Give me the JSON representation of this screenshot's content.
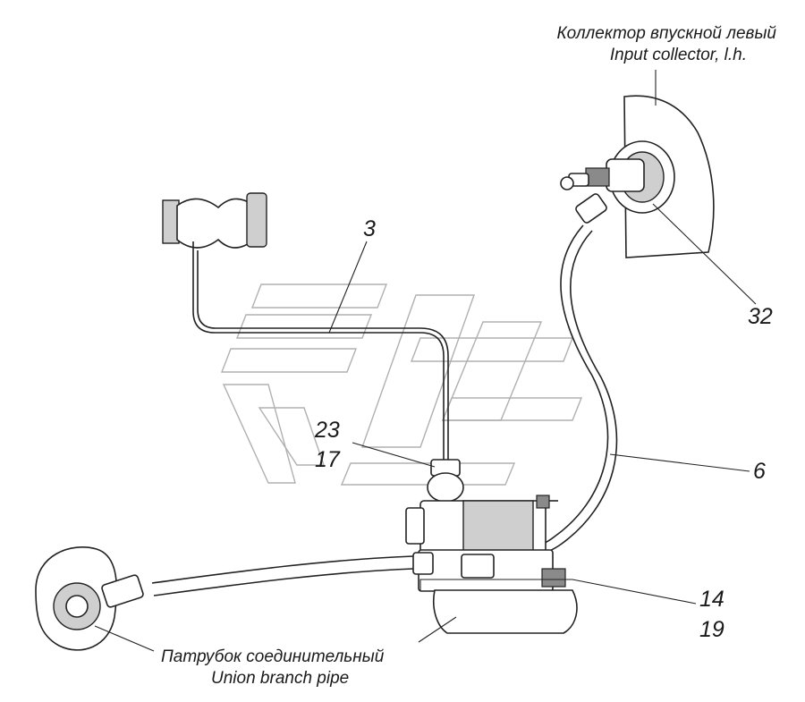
{
  "captions": {
    "collector_ru": "Коллектор впускной левый",
    "collector_en": "Input collector, l.h.",
    "pipe_ru": "Патрубок соединительный",
    "pipe_en": "Union branch pipe"
  },
  "callouts": {
    "c3": "3",
    "c32": "32",
    "c23": "23",
    "c17": "17",
    "c6": "6",
    "c14": "14",
    "c19": "19"
  },
  "icons": {
    "watermark": "company-logo-watermark",
    "valve": "solenoid-valve-icon",
    "gauge": "pressure-sensor-icon",
    "fitting": "union-fitting-icon"
  }
}
